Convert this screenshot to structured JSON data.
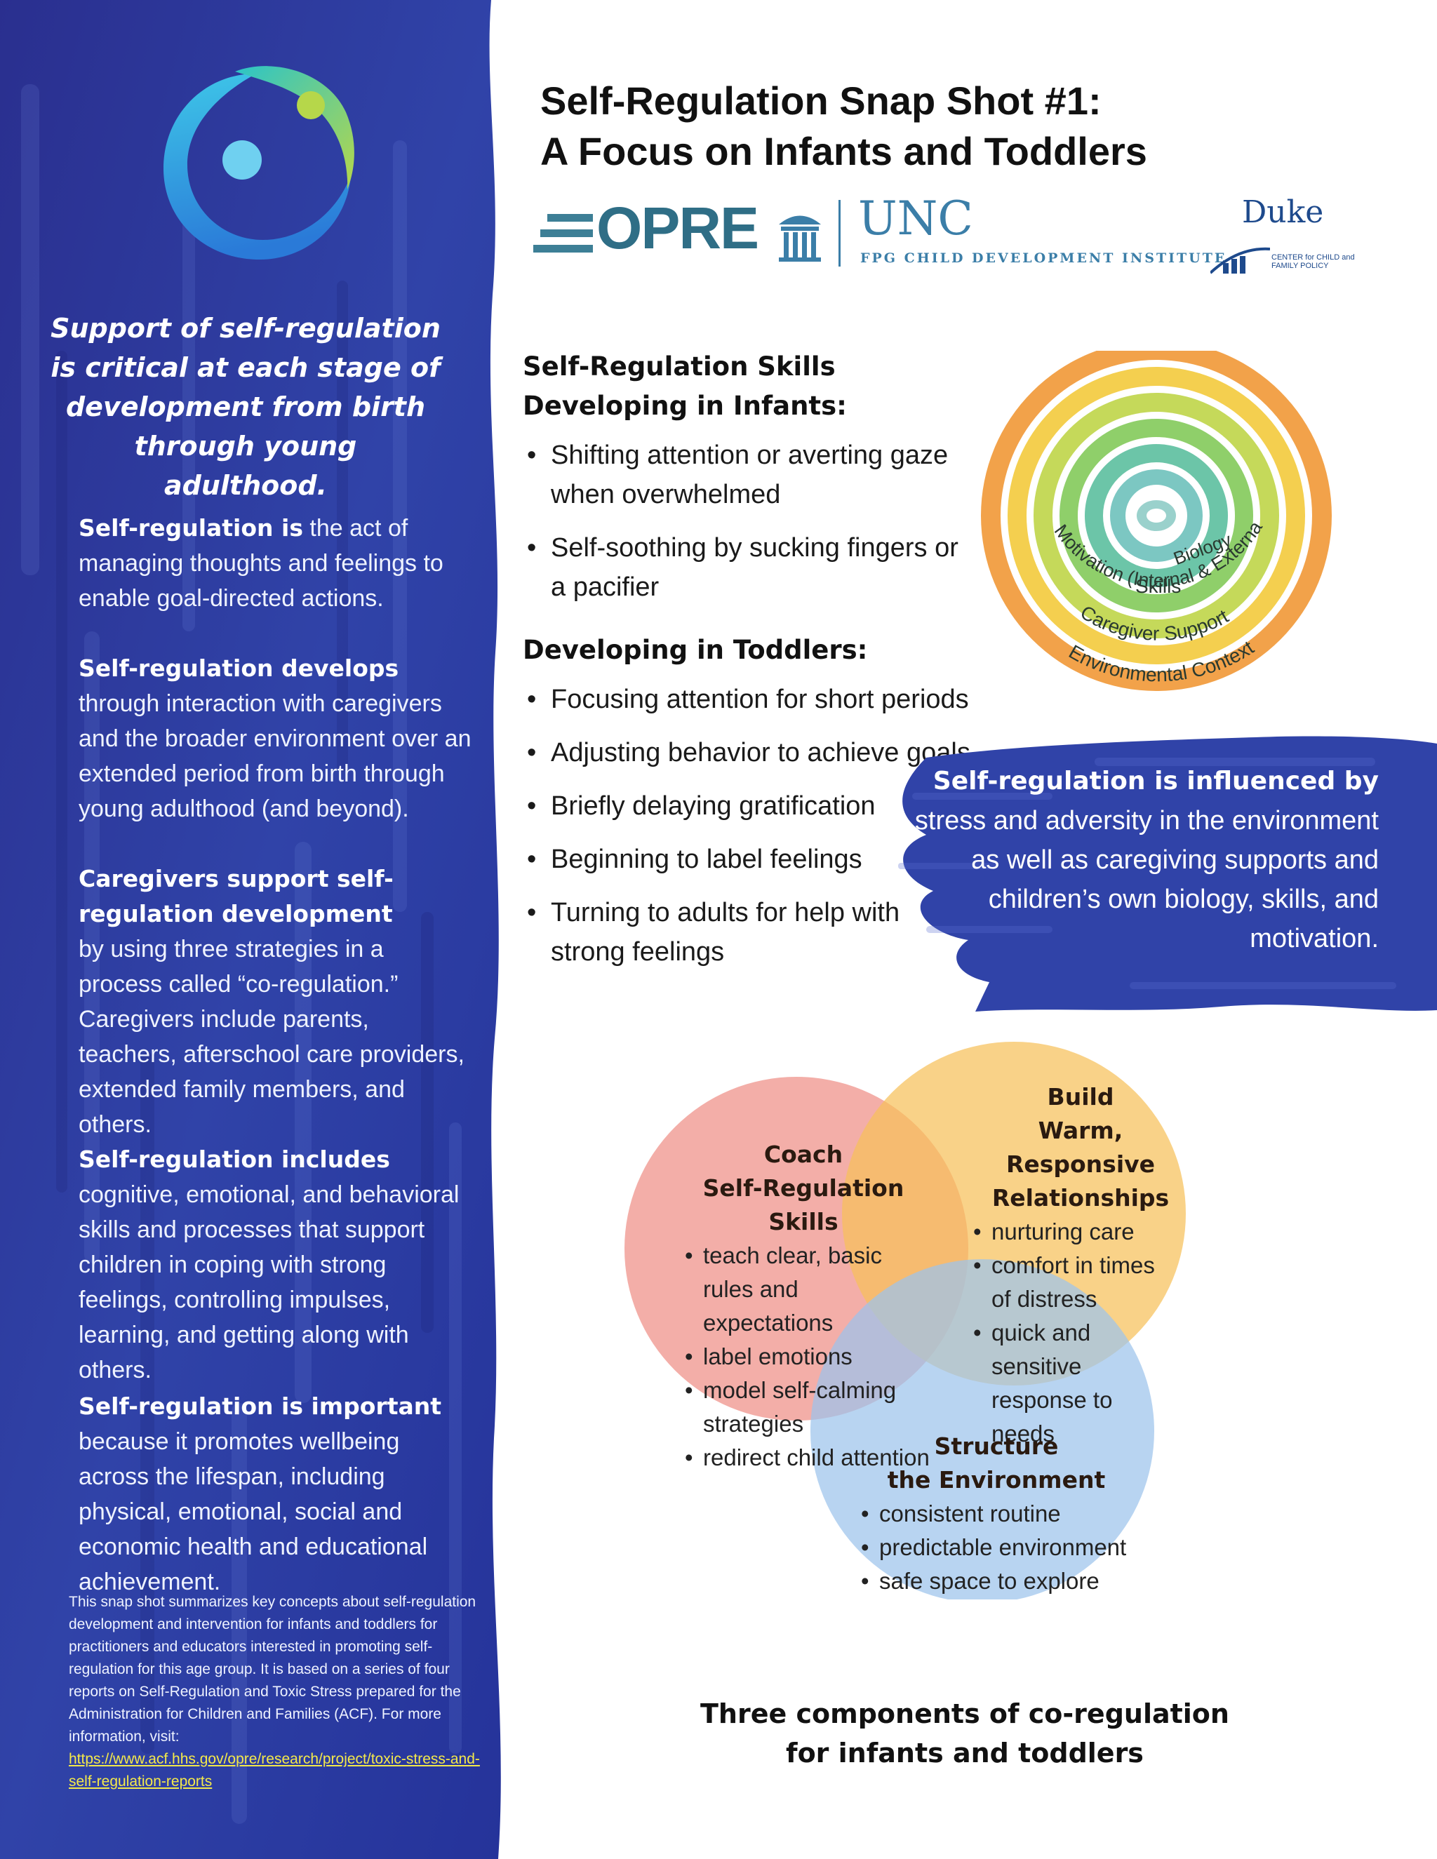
{
  "title": {
    "line1": "Self-Regulation Snap Shot #1:",
    "line2": "A Focus on Infants and Toddlers"
  },
  "logos": {
    "opre": "OPRE",
    "unc": "UNC",
    "unc_sub": "FPG CHILD DEVELOPMENT INSTITUTE",
    "duke": "Duke",
    "duke_sub": "CENTER for CHILD and FAMILY POLICY"
  },
  "sidebar": {
    "tagline": "Support of self-regulation is critical at each stage of development from birth through young adulthood.",
    "blocks": [
      {
        "lead": "Self-regulation is",
        "text": " the act of managing thoughts and feelings to enable goal-directed actions."
      },
      {
        "lead": "Self-regulation develops",
        "text": "through interaction with caregivers and the broader environment over an extended period from birth through young adulthood (and beyond)."
      },
      {
        "lead": "Caregivers support self-regulation development",
        "text": "by using three strategies in a process called “co-regulation.” Caregivers include parents, teachers, afterschool care providers, extended family members, and others."
      },
      {
        "lead": "Self-regulation includes",
        "text": "cognitive, emotional, and behavioral skills and processes that support children in coping with strong feelings, controlling impulses, learning, and getting along with others."
      },
      {
        "lead": "Self-regulation is important",
        "text": "because it promotes wellbeing across the lifespan, including physical, emotional, social and economic health and educational achievement."
      }
    ],
    "footnote": "This snap shot summarizes key concepts about self-regulation development and intervention for infants and toddlers for practitioners and educators interested in promoting self-regulation for this age group.  It is based on a series of four reports on Self-Regulation and Toxic Stress prepared for the Administration for Children and Families (ACF). For more information, visit: ",
    "footnote_link": "https://www.acf.hhs.gov/opre/research/project/toxic-stress-and-self-regulation-reports"
  },
  "infants": {
    "heading": "Self-Regulation Skills Developing in Infants:",
    "items": [
      "Shifting attention or averting gaze when overwhelmed",
      "Self-soothing by sucking fingers or a pacifier"
    ]
  },
  "toddlers": {
    "heading": "Developing in Toddlers:",
    "items": [
      "Focusing attention for short periods",
      "Adjusting behavior to achieve goals",
      "Briefly delaying gratification",
      "Beginning to label feelings",
      "Turning to adults for help with strong feelings"
    ]
  },
  "rings": {
    "labels": [
      "Biology",
      "Skills",
      "Motivation (Internal & External)",
      "Caregiver Support",
      "Environmental Context"
    ]
  },
  "influence": {
    "lead": "Self-regulation is influenced by",
    "text": "stress and adversity in the environment as well as caregiving supports and children’s own biology, skills, and motivation."
  },
  "venn": {
    "coach": {
      "head1": "Coach",
      "head2": "Self-Regulation Skills",
      "items": [
        "teach clear, basic rules and expectations",
        "label emotions",
        "model self-calming strategies",
        "redirect child attention"
      ]
    },
    "build": {
      "head1": "Build",
      "head2": "Warm, Responsive",
      "head3": "Relationships",
      "items": [
        "nurturing care",
        "comfort in times of distress",
        "quick and sensitive response to needs"
      ]
    },
    "structure": {
      "head1": "Structure",
      "head2": "the Environment",
      "items": [
        "consistent routine",
        "predictable environment",
        "safe space to explore"
      ]
    },
    "caption1": "Three components of co-regulation",
    "caption2": "for infants and toddlers"
  },
  "colors": {
    "sidebar_blue": "#2e3fa6",
    "sidebar_dark": "#22308f",
    "venn_red": "#ee8f86",
    "venn_orange": "#f7c15a",
    "venn_blue": "#9cc4ec",
    "link_yellow": "#f4e94a"
  }
}
